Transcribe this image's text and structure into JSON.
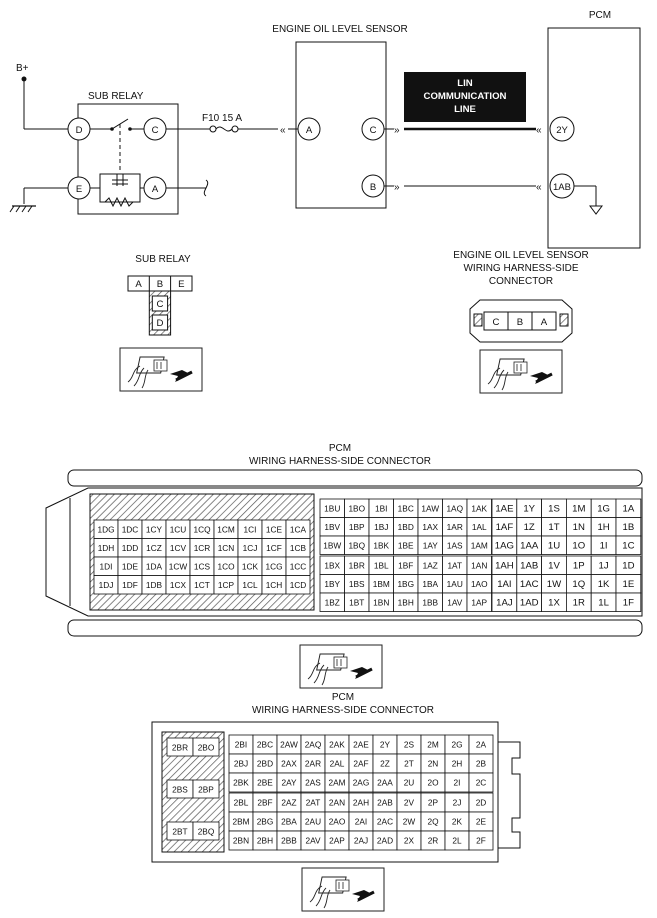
{
  "schematic": {
    "engine_oil_level_sensor": "ENGINE OIL LEVEL SENSOR",
    "pcm": "PCM",
    "b_plus": "B+",
    "sub_relay": "SUB RELAY",
    "fuse": "F10 15 A",
    "lin_line": [
      "LIN",
      "COMMUNICATION",
      "LINE"
    ],
    "relay_terminals": {
      "d": "D",
      "c": "C",
      "e": "E",
      "a": "A"
    },
    "sensor_terminals": {
      "a": "A",
      "c": "C",
      "b": "B"
    },
    "pcm_terminals": {
      "lin": "2Y",
      "ground": "1AB"
    }
  },
  "sub_relay_connector": {
    "title": "SUB RELAY",
    "top_row": [
      "A",
      "B",
      "E"
    ],
    "column": [
      "C",
      "D"
    ]
  },
  "sensor_connector": {
    "title": [
      "ENGINE OIL LEVEL SENSOR",
      "WIRING HARNESS-SIDE",
      "CONNECTOR"
    ],
    "pins": [
      "C",
      "B",
      "A"
    ]
  },
  "pcm_connector_1": {
    "title": [
      "PCM",
      "WIRING HARNESS-SIDE CONNECTOR"
    ],
    "left_block": [
      [
        "1DG",
        "1DC",
        "1CY",
        "1CU",
        "1CQ",
        "1CM",
        "1CI",
        "1CE",
        "1CA"
      ],
      [
        "1DH",
        "1DD",
        "1CZ",
        "1CV",
        "1CR",
        "1CN",
        "1CJ",
        "1CF",
        "1CB"
      ],
      [
        "1DI",
        "1DE",
        "1DA",
        "1CW",
        "1CS",
        "1CO",
        "1CK",
        "1CG",
        "1CC"
      ],
      [
        "1DJ",
        "1DF",
        "1DB",
        "1CX",
        "1CT",
        "1CP",
        "1CL",
        "1CH",
        "1CD"
      ]
    ],
    "mid_top": [
      [
        "1BU",
        "1BO",
        "1BI",
        "1BC",
        "1AW",
        "1AQ",
        "1AK"
      ],
      [
        "1BV",
        "1BP",
        "1BJ",
        "1BD",
        "1AX",
        "1AR",
        "1AL"
      ],
      [
        "1BW",
        "1BQ",
        "1BK",
        "1BE",
        "1AY",
        "1AS",
        "1AM"
      ]
    ],
    "mid_bottom": [
      [
        "1BX",
        "1BR",
        "1BL",
        "1BF",
        "1AZ",
        "1AT",
        "1AN"
      ],
      [
        "1BY",
        "1BS",
        "1BM",
        "1BG",
        "1BA",
        "1AU",
        "1AO"
      ],
      [
        "1BZ",
        "1BT",
        "1BN",
        "1BH",
        "1BB",
        "1AV",
        "1AP"
      ]
    ],
    "right_top": [
      [
        "1AE",
        "1Y",
        "1S",
        "1M",
        "1G",
        "1A"
      ],
      [
        "1AF",
        "1Z",
        "1T",
        "1N",
        "1H",
        "1B"
      ],
      [
        "1AG",
        "1AA",
        "1U",
        "1O",
        "1I",
        "1C"
      ]
    ],
    "right_bottom": [
      [
        "1AH",
        "1AB",
        "1V",
        "1P",
        "1J",
        "1D"
      ],
      [
        "1AI",
        "1AC",
        "1W",
        "1Q",
        "1K",
        "1E"
      ],
      [
        "1AJ",
        "1AD",
        "1X",
        "1R",
        "1L",
        "1F"
      ]
    ]
  },
  "pcm_connector_2": {
    "title": [
      "PCM",
      "WIRING HARNESS-SIDE CONNECTOR"
    ],
    "left_pairs": [
      [
        "2BR",
        "2BO"
      ],
      [
        "2BS",
        "2BP"
      ],
      [
        "2BT",
        "2BQ"
      ]
    ],
    "top": [
      [
        "2BI",
        "2BC",
        "2AW",
        "2AQ",
        "2AK",
        "2AE",
        "2Y",
        "2S",
        "2M",
        "2G",
        "2A"
      ],
      [
        "2BJ",
        "2BD",
        "2AX",
        "2AR",
        "2AL",
        "2AF",
        "2Z",
        "2T",
        "2N",
        "2H",
        "2B"
      ],
      [
        "2BK",
        "2BE",
        "2AY",
        "2AS",
        "2AM",
        "2AG",
        "2AA",
        "2U",
        "2O",
        "2I",
        "2C"
      ]
    ],
    "bottom": [
      [
        "2BL",
        "2BF",
        "2AZ",
        "2AT",
        "2AN",
        "2AH",
        "2AB",
        "2V",
        "2P",
        "2J",
        "2D"
      ],
      [
        "2BM",
        "2BG",
        "2BA",
        "2AU",
        "2AO",
        "2AI",
        "2AC",
        "2W",
        "2Q",
        "2K",
        "2E"
      ],
      [
        "2BN",
        "2BH",
        "2BB",
        "2AV",
        "2AP",
        "2AJ",
        "2AD",
        "2X",
        "2R",
        "2L",
        "2F"
      ]
    ]
  },
  "icons": [
    "connector-view-icon",
    "ground-symbol-icon",
    "fuse-symbol-icon",
    "insertion-arrow-icon"
  ]
}
